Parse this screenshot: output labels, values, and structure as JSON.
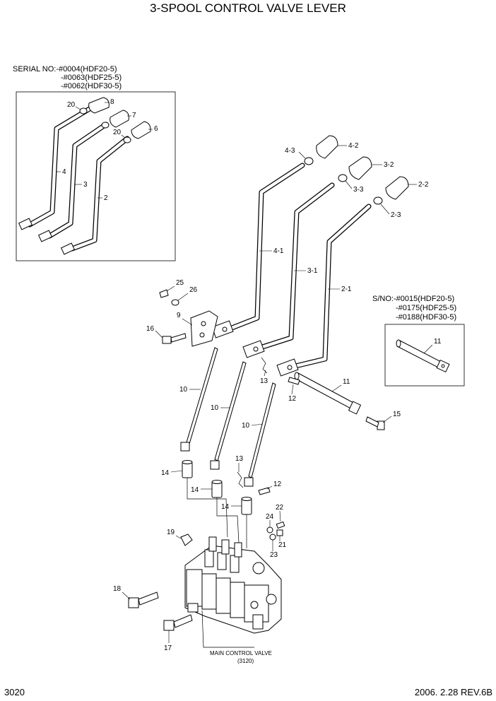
{
  "title": "3-SPOOL CONTROL VALVE LEVER",
  "serial_left": {
    "line1": "SERIAL NO:-#0004(HDF20-5)",
    "line2": "-#0063(HDF25-5)",
    "line3": "-#0062(HDF30-5)"
  },
  "serial_right": {
    "line1": "S/NO:-#0015(HDF20-5)",
    "line2": "-#0175(HDF25-5)",
    "line3": "-#0188(HDF30-5)"
  },
  "valve_note": {
    "line1": "MAIN CONTROL VALVE",
    "line2": "(3120)"
  },
  "footer": {
    "page": "3020",
    "revision": "2006. 2.28  REV.6B"
  },
  "callouts": {
    "p20a": "20",
    "p8": "8",
    "p7": "7",
    "p20b": "20",
    "p6": "6",
    "p4": "4",
    "p3": "3",
    "p2": "2",
    "p4_3": "4-3",
    "p4_2": "4-2",
    "p3_2": "3-2",
    "p3_3": "3-3",
    "p2_2": "2-2",
    "p2_3": "2-3",
    "p4_1": "4-1",
    "p3_1": "3-1",
    "p2_1": "2-1",
    "p25": "25",
    "p26": "26",
    "p9": "9",
    "p16": "16",
    "p11a": "11",
    "p11b": "11",
    "p13a": "13",
    "p12a": "12",
    "p15": "15",
    "p10a": "10",
    "p10b": "10",
    "p10c": "10",
    "p13b": "13",
    "p12b": "12",
    "p14a": "14",
    "p14b": "14",
    "p14c": "14",
    "p24": "24",
    "p22": "22",
    "p21": "21",
    "p23": "23",
    "p19": "19",
    "p18": "18",
    "p17": "17"
  }
}
